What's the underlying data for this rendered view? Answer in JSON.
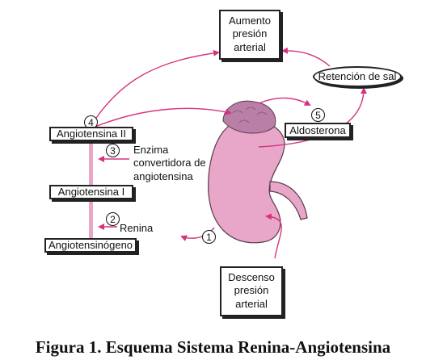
{
  "boxes": {
    "aumento": [
      "Aumento",
      "presión",
      "arterial"
    ],
    "descenso": [
      "Descenso",
      "presión",
      "arterial"
    ],
    "angiotensina_ii": "Angiotensina II",
    "angiotensina_i": "Angiotensina I",
    "angiotensinogeno": "Angiotensinógeno",
    "aldosterona": "Aldosterona",
    "retencion": "Retención de sal"
  },
  "labels": {
    "enzima": [
      "Enzima",
      "convertidora de",
      "angiotensina"
    ],
    "renina": "Renina"
  },
  "steps": [
    "1",
    "2",
    "3",
    "4",
    "5"
  ],
  "caption": "Figura 1. Esquema Sistema Renina-Angiotensina",
  "colors": {
    "arrow": "#d6337e",
    "kidney": "#e8a6c8",
    "kidney_outline": "#5a3a4a",
    "adrenal": "#b97fa6",
    "pathway_bar": "#e8a6c8"
  }
}
